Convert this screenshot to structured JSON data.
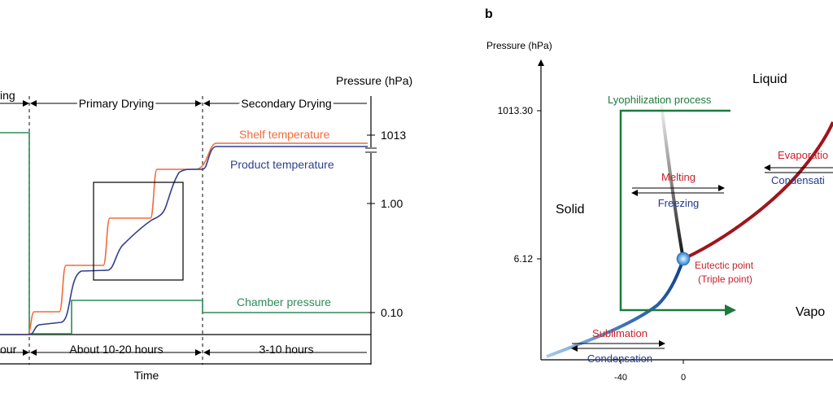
{
  "panel_a": {
    "phase_labels": {
      "freezing_partial": "ing",
      "primary": "Primary Drying",
      "secondary": "Secondary Drying"
    },
    "duration_labels": {
      "freezing_partial": "our",
      "primary": "About 10-20 hours",
      "secondary": "3-10 hours"
    },
    "x_axis_label": "Time",
    "right_axis_title": "Pressure (hPa)",
    "right_ticks": [
      "1013",
      "1.00",
      "0.10"
    ],
    "curves": {
      "shelf": "Shelf temperature",
      "product": "Product temperature",
      "chamber": "Chamber pressure"
    },
    "colors": {
      "shelf": "#f26b3a",
      "product": "#2e3f8f",
      "chamber": "#2e8b57"
    }
  },
  "panel_b": {
    "panel_letter": "b",
    "y_axis_title": "Pressure (hPa)",
    "y_ticks": [
      "1013.30",
      "6.12"
    ],
    "x_ticks": [
      "-40",
      "0"
    ],
    "regions": {
      "solid": "Solid",
      "liquid": "Liquid",
      "vapor_partial": "Vapo"
    },
    "process_label": "Lyophilization process",
    "transitions": {
      "melting": "Melting",
      "freezing": "Freezing",
      "evaporation_partial": "Evaporatio",
      "condensation_partial": "Condensati",
      "sublimation": "Sublimation",
      "condensation": "Condensation"
    },
    "eutectic": {
      "line1": "Eutectic point",
      "line2": "(Triple point)"
    },
    "colors": {
      "process": "#1e7a3c",
      "red": "#c8202a",
      "blue": "#1f3a8a",
      "vapor_curve": "#a0151c",
      "sublimation_curve": "#0f3d8a"
    }
  }
}
